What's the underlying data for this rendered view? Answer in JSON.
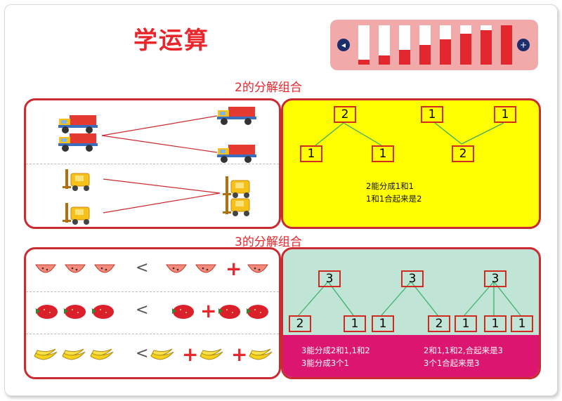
{
  "header": {
    "title": "学运算"
  },
  "player": {
    "prev_icon": "speaker-minus-icon",
    "next_icon": "speaker-plus-icon",
    "prev_glyph": "◂",
    "next_glyph": "+",
    "bar_levels": [
      0.13,
      0.23,
      0.38,
      0.5,
      0.65,
      0.78,
      0.88,
      1.0
    ]
  },
  "section1": {
    "title": "2的分解组合",
    "tree1": {
      "top": "2",
      "left": "1",
      "right": "1"
    },
    "tree2": {
      "left": "1",
      "right": "1",
      "bottom": "2"
    },
    "text_line1": "2能分成1和1",
    "text_line2": "1和1合起来是2",
    "row_icons": [
      "dump-truck-icon",
      "forklift-icon"
    ]
  },
  "section2": {
    "title": "3的分解组合",
    "compare_symbol": "<",
    "plus_symbol": "+",
    "rows": [
      {
        "icon": "watermelon-slice-icon"
      },
      {
        "icon": "strawberry-icon"
      },
      {
        "icon": "banana-bunch-icon"
      }
    ],
    "trees": [
      {
        "top": "3",
        "leaves": [
          "2",
          "1"
        ]
      },
      {
        "top": "3",
        "leaves": [
          "1",
          "2"
        ]
      },
      {
        "top": "3",
        "leaves": [
          "1",
          "1",
          "1"
        ]
      }
    ],
    "text_left_1": "3能分成2和1,1和2",
    "text_left_2": "3能分成3个1",
    "text_right_1": "2和1,1和2,合起来是3",
    "text_right_2": "3个1合起来是3"
  },
  "colors": {
    "accent_red": "#e8262b",
    "panel_yellow": "#ffff00",
    "panel_mint": "#c0e4d5",
    "panel_magenta": "#dc1670",
    "player_pink": "#f2a9aa",
    "connector_green": "#3cb06a"
  }
}
